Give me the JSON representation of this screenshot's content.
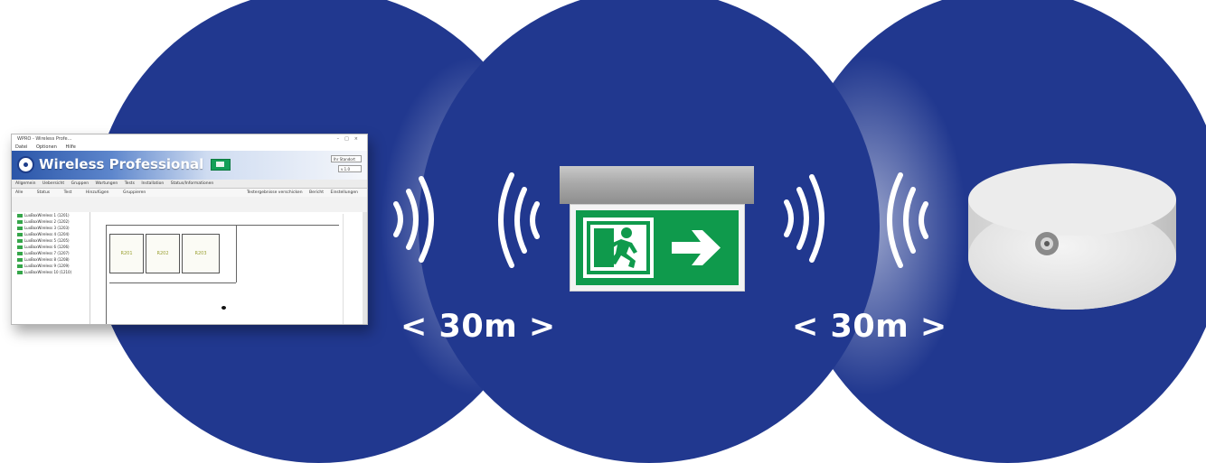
{
  "diagram": {
    "distance_label_left": "< 30m >",
    "distance_label_right": "< 30m >",
    "colors": {
      "circle_blue": "#21388f",
      "signal_white": "#ffffff",
      "exit_green": "#0f9a4c"
    },
    "icons": [
      "signal-waves-icon",
      "running-man-icon",
      "arrow-right-icon",
      "sensor-puck-icon"
    ]
  },
  "software_window": {
    "title_bar": "WPRO - Wireless Profe...",
    "menu": [
      "Datei",
      "Optionen",
      "Hilfe"
    ],
    "app_title": "Wireless Professional",
    "banner_boxes": [
      "Ihr Standort",
      "v 1.0"
    ],
    "tabs": [
      "Allgemein",
      "Uebersicht",
      "Gruppen",
      "Wartungen",
      "Tests",
      "Installation",
      "Status/Informationen"
    ],
    "toolbar_left": [
      "Alle",
      "Status",
      "Test",
      "Hinzufügen",
      "Gruppieren"
    ],
    "toolbar_right": [
      "Testergebnisse verschicken",
      "Bericht",
      "Einstellungen"
    ],
    "tree_items": [
      "LuxBoxWireless 1 (1201)",
      "LuxBoxWireless 2 (1202)",
      "LuxBoxWireless 3 (1203)",
      "LuxBoxWireless 4 (1204)",
      "LuxBoxWireless 5 (1205)",
      "LuxBoxWireless 6 (1206)",
      "LuxBoxWireless 7 (1207)",
      "LuxBoxWireless 8 (1208)",
      "LuxBoxWireless 9 (1209)",
      "LuxBoxWireless 10 (1210)"
    ],
    "rooms": [
      "R201",
      "R202",
      "R203"
    ]
  }
}
